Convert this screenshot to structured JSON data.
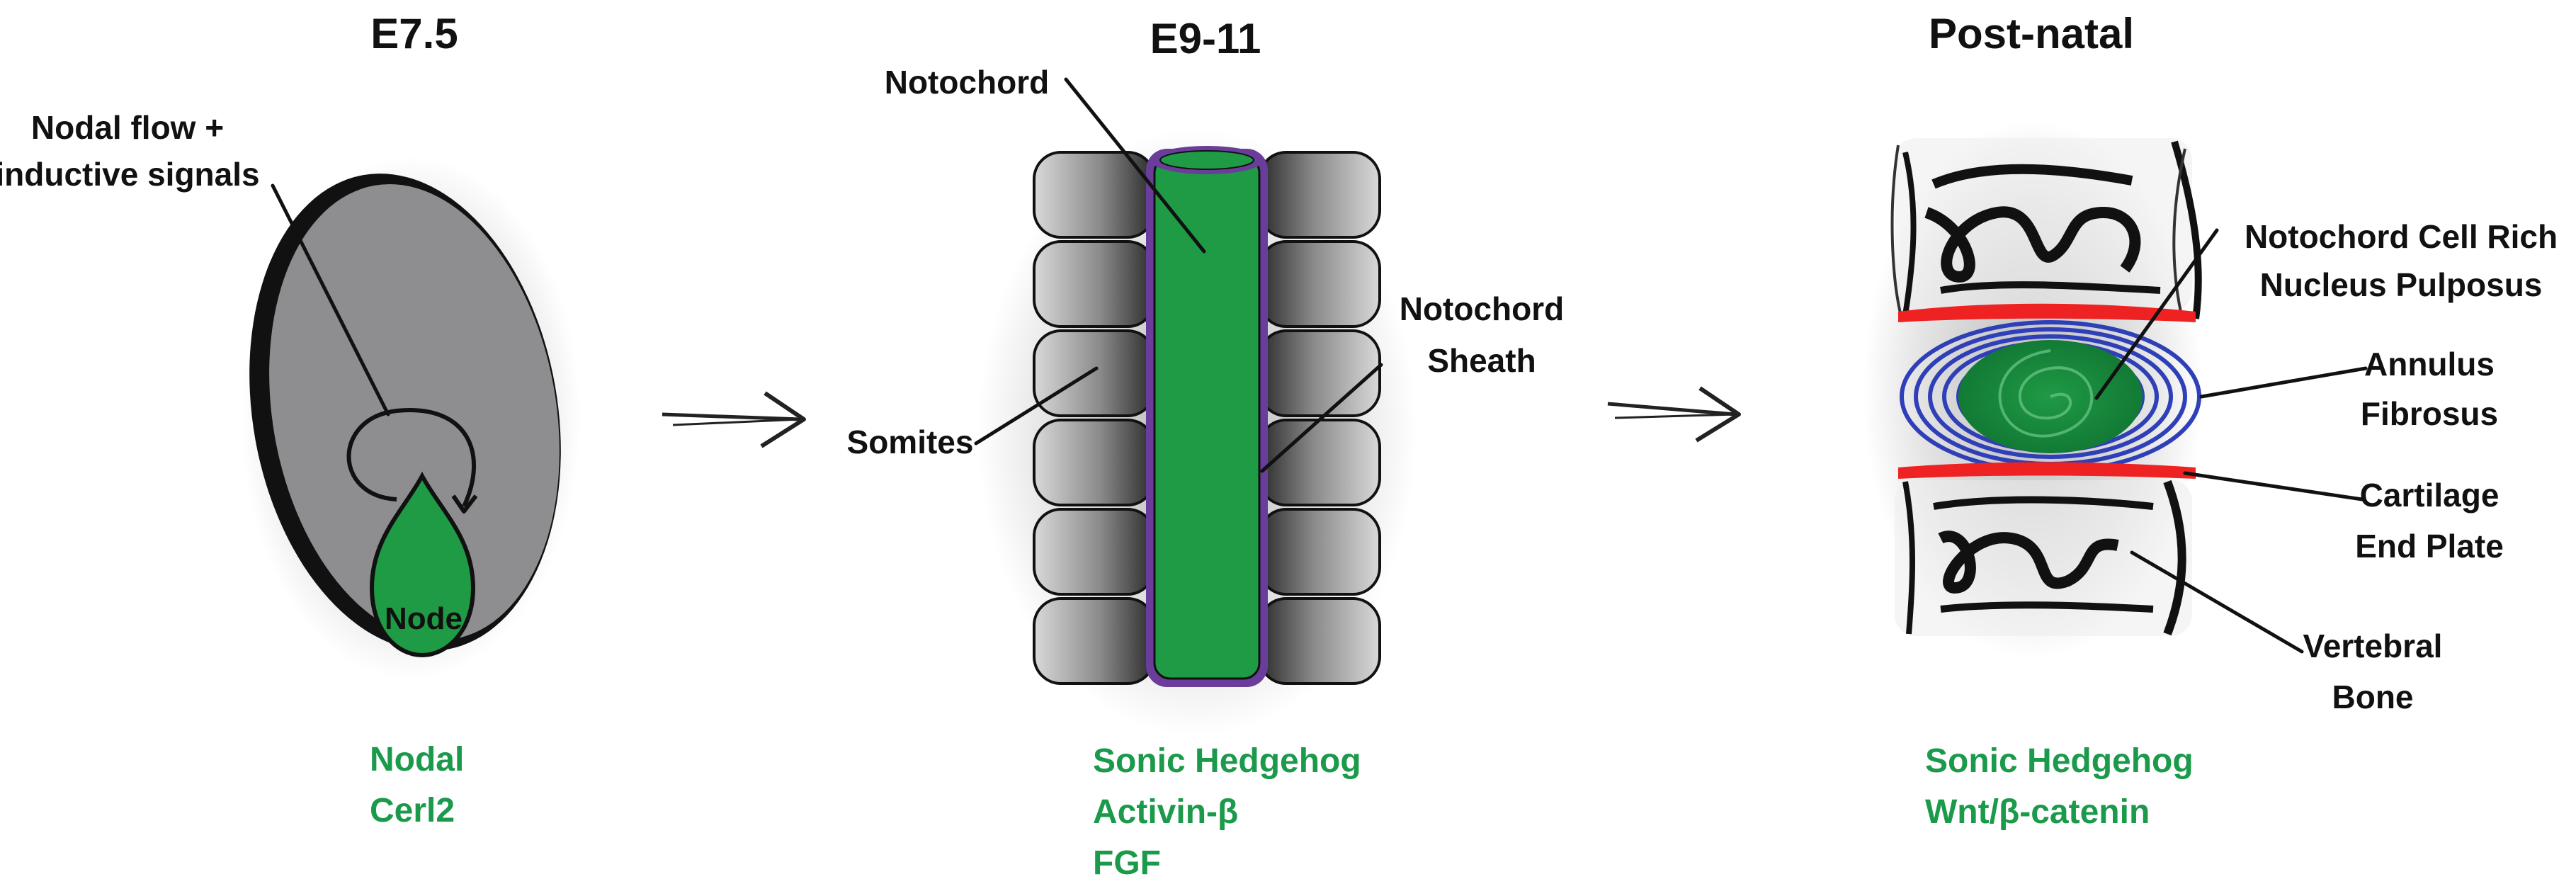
{
  "stages": [
    {
      "title": "E7.5",
      "labels": {
        "flow_line1": "Nodal flow +",
        "flow_line2": "inductive signals",
        "node": "Node"
      },
      "genes": [
        "Nodal",
        "Cerl2"
      ]
    },
    {
      "title": "E9-11",
      "labels": {
        "notochord": "Notochord",
        "sheath_line1": "Notochord",
        "sheath_line2": "Sheath",
        "somites": "Somites"
      },
      "genes": [
        "Sonic Hedgehog",
        "Activin-β",
        "FGF"
      ]
    },
    {
      "title": "Post-natal",
      "labels": {
        "np_line1": "Notochord Cell Rich",
        "np_line2": "Nucleus Pulposus",
        "af_line1": "Annulus",
        "af_line2": "Fibrosus",
        "cep_line1": "Cartilage",
        "cep_line2": "End Plate",
        "vb_line1": "Vertebral",
        "vb_line2": "Bone"
      },
      "genes": [
        "Sonic Hedgehog",
        "Wnt/β-catenin"
      ]
    }
  ],
  "colors": {
    "embryo_fill": "#8e8e91",
    "node_green": "#1f9a45",
    "notochord_green": "#1f9a45",
    "sheath_purple": "#6a3d9a",
    "annulus_blue": "#2e3fb8",
    "endplate_red": "#ee2222",
    "gene_text": "#1a9a4a"
  }
}
